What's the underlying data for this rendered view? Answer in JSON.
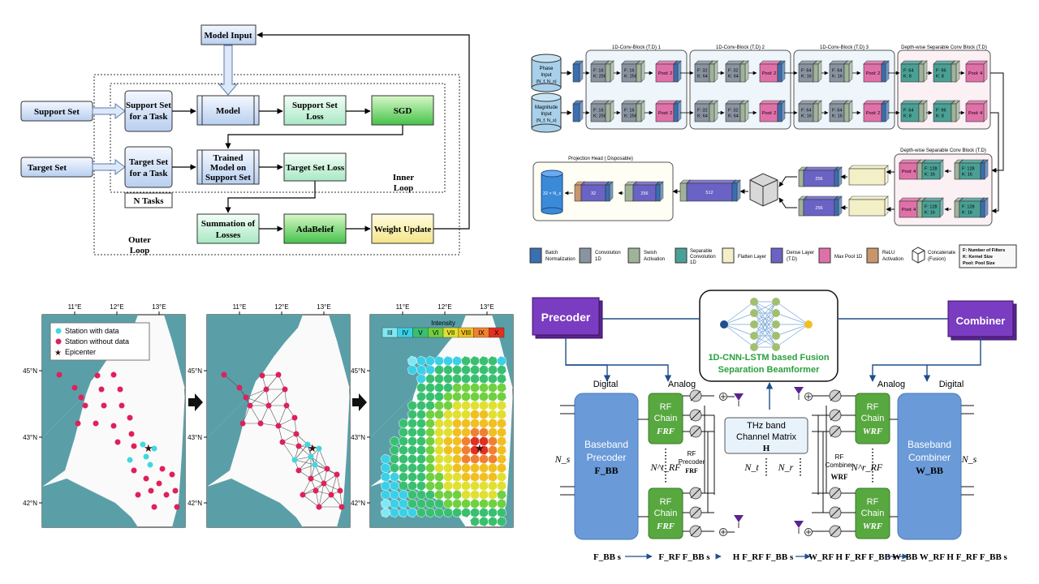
{
  "meta_learning": {
    "model_input": "Model Input",
    "support_set": "Support Set",
    "target_set": "Target Set",
    "support_task_l1": "Support Set",
    "support_task_l2": "for a Task",
    "target_task_l1": "Target Set",
    "target_task_l2": "for a Task",
    "model": "Model",
    "trained_l1": "Trained",
    "trained_l2": "Model on",
    "trained_l3": "Support Set",
    "support_loss_l1": "Support Set",
    "support_loss_l2": "Loss",
    "target_loss": "Target Set Loss",
    "sgd": "SGD",
    "n_tasks": "N Tasks",
    "inner_l1": "Inner",
    "inner_l2": "Loop",
    "outer_l1": "Outer",
    "outer_l2": "Loop",
    "summation_l1": "Summation of",
    "summation_l2": "Losses",
    "adabelief": "AdaBelief",
    "weight_update": "Weight Update"
  },
  "cnn": {
    "phase_input_l1": "Phase",
    "phase_input_l2": "Input",
    "phase_input_l3": "(N_f, N_s)",
    "mag_input_l1": "Magnitude",
    "mag_input_l2": "Input",
    "mag_input_l3": "(N_f, N_s)",
    "block1_title": "1D-Conv-Block (T.D) 1",
    "block2_title": "1D-Conv-Block (T.D) 2",
    "block3_title": "1D-Conv-Block (T.D) 3",
    "block4_title": "Depth-wise Separable Conv Block (T.D)",
    "block5_title": "Depth-wise Separable Conv Block (T.D)",
    "projection_title": "Projection Head ( Disposable)",
    "f16_k256": [
      "F: 16",
      "K: 256"
    ],
    "f32_k64": [
      "F: 32",
      "K: 64"
    ],
    "f64_k16": [
      "F: 64",
      "K: 16"
    ],
    "f64_k8": [
      "F: 64",
      "K: 8"
    ],
    "f96_k8": [
      "F: 96",
      "K: 8"
    ],
    "f128_k16": [
      "F: 128",
      "K: 16"
    ],
    "pool2": "Pool: 2",
    "pool4": "Pool: 4",
    "dense256": "256",
    "dense512": "512",
    "dense32": "32",
    "output_shape": "32 × N_s",
    "legend": {
      "bn_l1": "Batch",
      "bn_l2": "Normalization",
      "conv_l1": "Convolution",
      "conv_l2": "1D",
      "swish_l1": "Swish",
      "swish_l2": "Activation",
      "sep_l1": "Separable",
      "sep_l2": "Convolution",
      "sep_l3": "1D",
      "flatten": "Flatten Layer",
      "dense_l1": "Dense Layer",
      "dense_l2": "(T.D)",
      "maxpool": "Max Pool 1D",
      "relu_l1": "ReLU",
      "relu_l2": "Activation",
      "concat_l1": "Concatenate",
      "concat_l2": "(Fusion)",
      "key_f": "F: Number of Filters",
      "key_k": "K: Kernel Size",
      "key_p": "Pool: Pool Size"
    },
    "colors": {
      "bn": "#3a6fb0",
      "conv": "#8a94a0",
      "swish": "#9fb39a",
      "sep": "#4aa095",
      "flatten": "#f3efc6",
      "dense": "#6a62c4",
      "maxpool": "#e070a8",
      "relu": "#c8966a"
    }
  },
  "maps": {
    "lon_labels": [
      "11°E",
      "12°E",
      "13°E"
    ],
    "lat_labels": [
      "45°N",
      "43°N",
      "42°N"
    ],
    "legend_with_data": "Station with data",
    "legend_without_data": "Station without data",
    "legend_epicenter": "Epicenter",
    "intensity_title": "Intensity",
    "intensity_levels": [
      "III",
      "IV",
      "V",
      "VI",
      "VII",
      "VIII",
      "IX",
      "X"
    ],
    "intensity_colors": [
      "#7fe8f2",
      "#3ad0e8",
      "#38c070",
      "#70d040",
      "#e0e030",
      "#f0c020",
      "#f08030",
      "#e03020"
    ]
  },
  "beamformer": {
    "precoder": "Precoder",
    "combiner": "Combiner",
    "nn_title_l1": "1D-CNN-LSTM based Fusion",
    "nn_title_l2": "Separation Beamformer",
    "digital_left": "Digital",
    "analog_left": "Analog",
    "analog_right": "Analog",
    "digital_right": "Digital",
    "baseband_precoder_l1": "Baseband",
    "baseband_precoder_l2": "Precoder",
    "baseband_precoder_sym": "F_BB",
    "baseband_combiner_l1": "Baseband",
    "baseband_combiner_l2": "Combiner",
    "baseband_combiner_sym": "W_BB",
    "rf_chain_l1": "RF",
    "rf_chain_l2": "Chain",
    "rf_precoder_l1": "RF",
    "rf_precoder_l2": "Precoder",
    "rf_combiner_l1": "RF",
    "rf_combiner_l2": "Combiner",
    "thz_l1": "THz band",
    "thz_l2": "Channel Matrix",
    "thz_sym": "H",
    "ns": "N_s",
    "nt": "N_t",
    "nr": "N_r",
    "nrf_t": "N^t_RF",
    "nrf_r": "N^r_RF",
    "flow": [
      "F_BB s",
      "F_RF F_BB s",
      "H F_RF F_BB s",
      "W_RF H F_RF F_BB s",
      "W_BB W_RF H F_RF F_BB s"
    ]
  }
}
